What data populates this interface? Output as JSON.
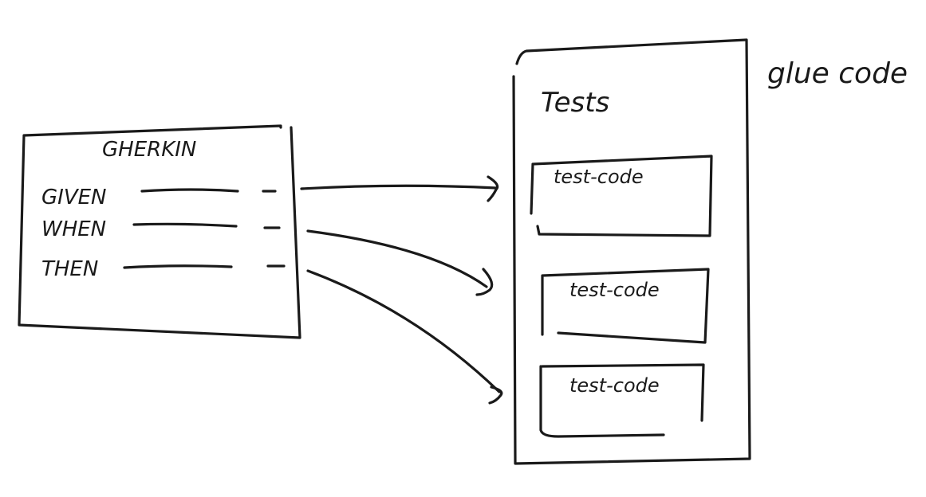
{
  "gherkin": {
    "title": "GHERKIN",
    "steps": [
      "GIVEN",
      "WHEN",
      "THEN"
    ]
  },
  "tests": {
    "title": "Tests",
    "blocks": [
      "test-code",
      "test-code",
      "test-code"
    ]
  },
  "annotation": "glue code"
}
